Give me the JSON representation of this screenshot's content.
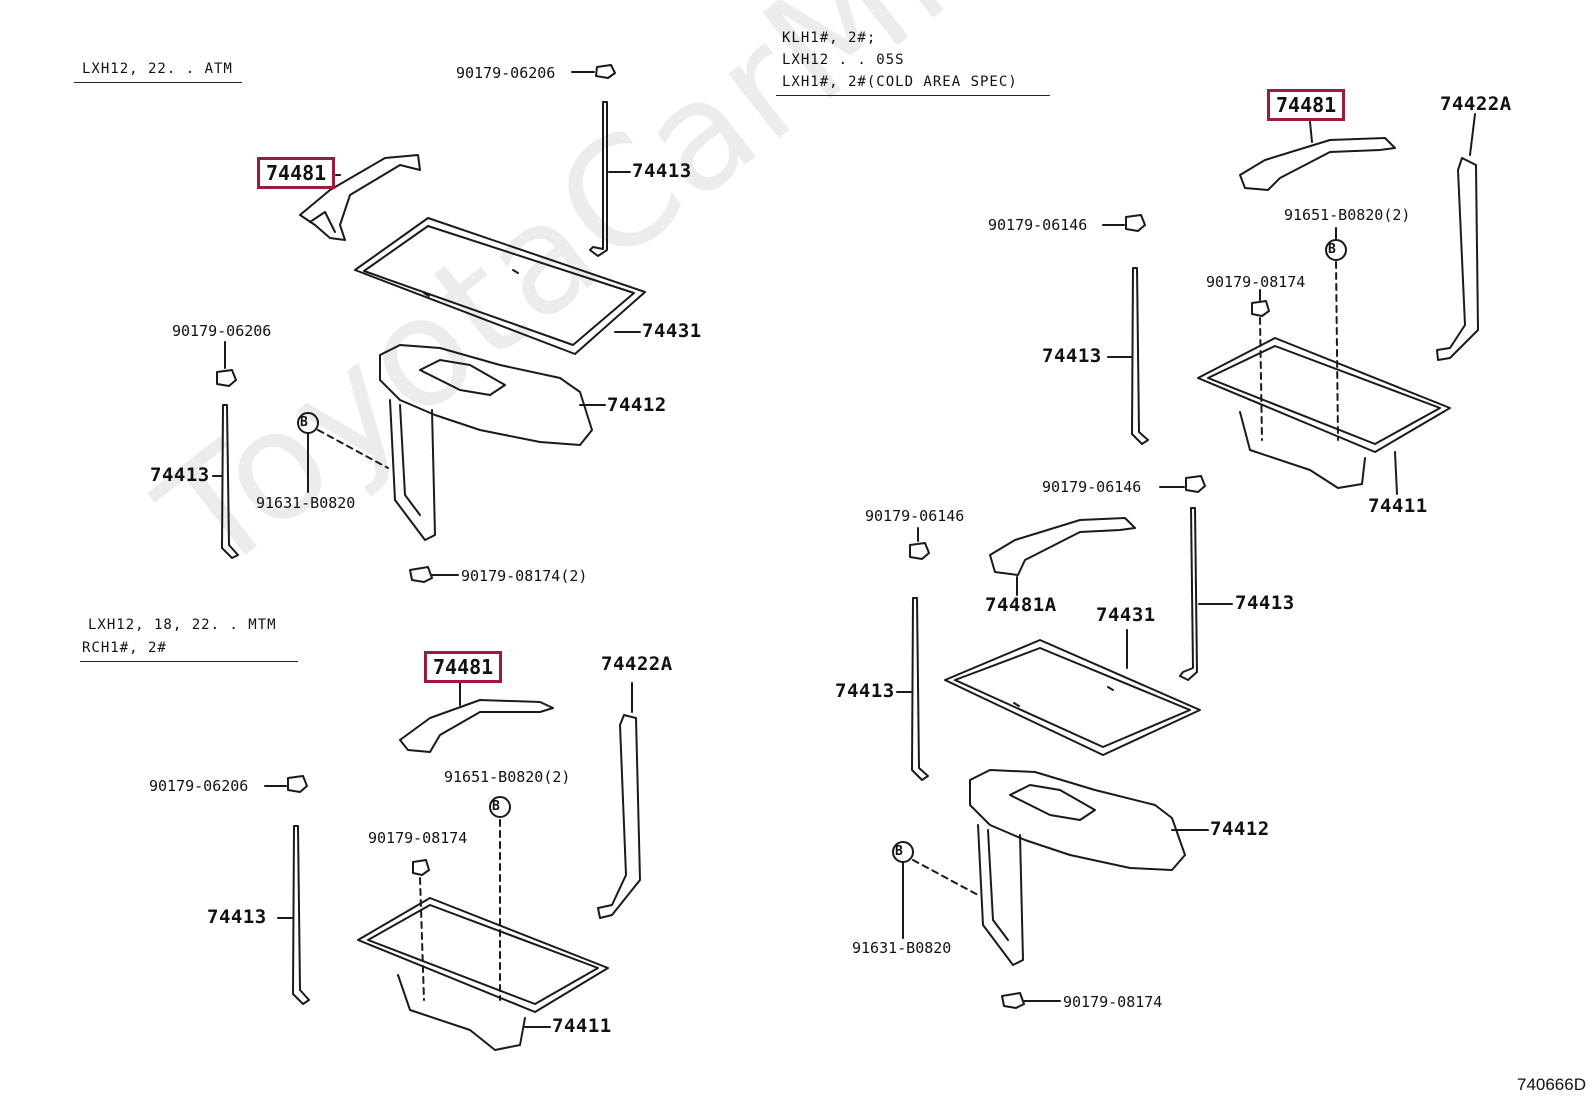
{
  "watermark": "ToyotaCarMine.ru",
  "reference_code": "740666D",
  "highlight_color": "#9b1b3a",
  "sections": {
    "top_left": {
      "header_lines": [
        "LXH12, 22. . ATM"
      ]
    },
    "bottom_left": {
      "header_lines": [
        "LXH12, 18, 22. . MTM",
        "RCH1#, 2#"
      ]
    },
    "right": {
      "header_lines": [
        "KLH1#, 2#;",
        "LXH12 . . 05S",
        "LXH1#, 2#(COLD AREA SPEC)"
      ]
    }
  },
  "labels": {
    "tl_74481": "74481",
    "tl_90179_06206_top": "90179-06206",
    "tl_74413_right": "74413",
    "tl_74431": "74431",
    "tl_90179_06206_left": "90179-06206",
    "tl_74412": "74412",
    "tl_74413_left": "74413",
    "tl_91631": "91631-B0820",
    "tl_90179_08174": "90179-08174(2)",
    "bl_74481": "74481",
    "bl_74422A": "74422A",
    "bl_90179_06206": "90179-06206",
    "bl_91651": "91651-B0820(2)",
    "bl_90179_08174": "90179-08174",
    "bl_74413": "74413",
    "bl_74411": "74411",
    "r_74481": "74481",
    "r_74422A": "74422A",
    "r_90179_06146_top": "90179-06146",
    "r_91651": "91651-B0820(2)",
    "r_90179_08174_top": "90179-08174",
    "r_74413_top": "74413",
    "r_74411": "74411",
    "r_90179_06146_mid": "90179-06146",
    "r_90179_06146_left": "90179-06146",
    "r_74481A": "74481A",
    "r_74413_mid": "74413",
    "r_74431": "74431",
    "r_74413_left": "74413",
    "r_74412": "74412",
    "r_91631": "91631-B0820",
    "r_90179_08174_bottom": "90179-08174"
  },
  "bolt_symbol": "B"
}
